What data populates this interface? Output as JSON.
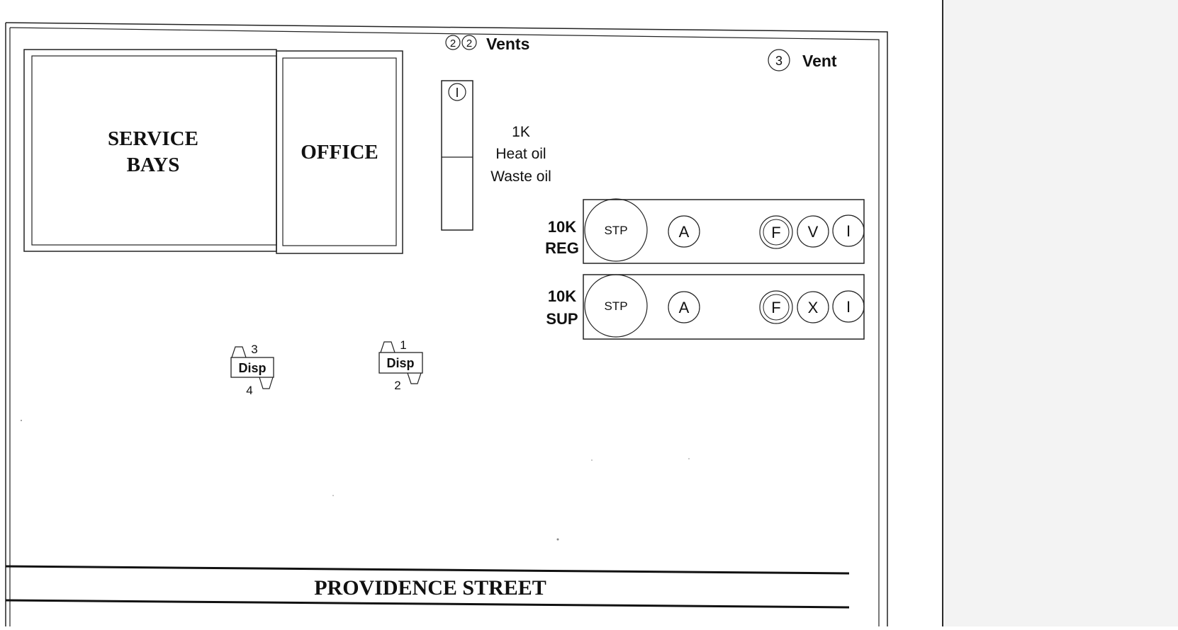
{
  "buildings": {
    "service_bays": [
      "SERVICE",
      "BAYS"
    ],
    "office": "OFFICE"
  },
  "vents_top": {
    "markers": [
      "2",
      "2"
    ],
    "label": "Vents"
  },
  "vent_right": {
    "marker": "3",
    "label": "Vent"
  },
  "small_tank": {
    "marker": "I",
    "labels": [
      "1K",
      "Heat oil",
      "Waste oil"
    ]
  },
  "tanks": [
    {
      "label": [
        "10K",
        "REG"
      ],
      "pump": "STP",
      "ports": [
        "A",
        "F",
        "V",
        "I"
      ]
    },
    {
      "label": [
        "10K",
        "SUP"
      ],
      "pump": "STP",
      "ports": [
        "A",
        "F",
        "X",
        "I"
      ]
    }
  ],
  "dispensers": [
    {
      "label": "Disp",
      "top_number": "3",
      "bottom_number": "4"
    },
    {
      "label": "Disp",
      "top_number": "1",
      "bottom_number": "2"
    }
  ],
  "street": "PROVIDENCE STREET"
}
